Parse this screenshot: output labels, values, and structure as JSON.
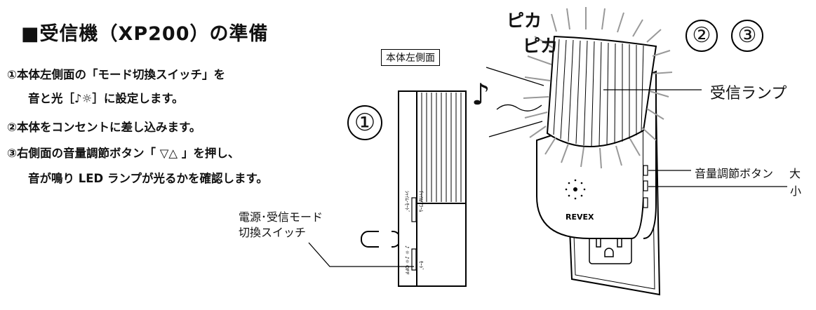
{
  "title": "■受信機（XP200）の準備",
  "steps": {
    "step1_line1": "①本体左側面の「モード切換スイッチ」を",
    "step1_line2": "音と光［♪☼］に設定します。",
    "step2": "②本体をコンセントに差し込みます。",
    "step3_line1": "③右側面の音量調節ボタン「 ▽△ 」を押し、",
    "step3_line2": "音が鳴り LED ランプが光るかを確認します。"
  },
  "labels": {
    "side_view": "本体左側面",
    "circle1": "①",
    "circle2": "②",
    "circle3": "③",
    "pika1": "ピカ",
    "pika2": "ピカ",
    "lamp": "受信ランプ",
    "volume": "音量調節ボタン",
    "vol_large": "大",
    "vol_small": "小",
    "switch_line1": "電源･受信モード",
    "switch_line2": "切換スイッチ",
    "brand": "REVEX",
    "note": "♪",
    "switch_marks_top": "ｼｬｲﾑ･ﾓｰﾄﾞ",
    "switch_marks_mid": "ﾁｬｲﾑ/ｱﾗｰﾑ",
    "switch_marks_bottom": "♪ ☼ ♪☼ OFF",
    "mode_label": "ﾓｰﾄﾞ"
  }
}
